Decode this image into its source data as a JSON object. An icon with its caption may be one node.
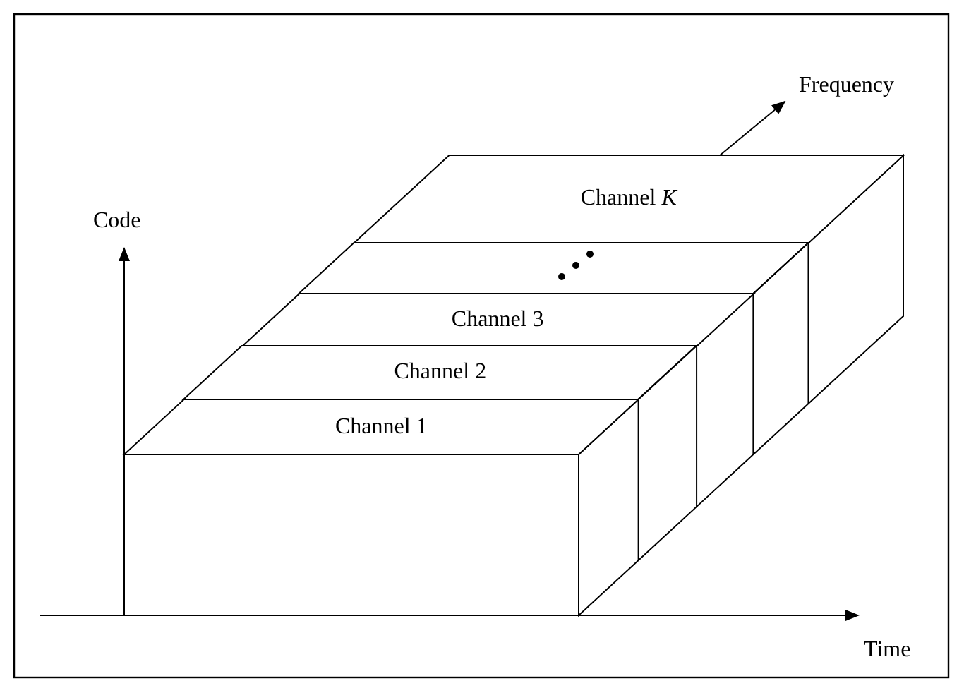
{
  "diagram": {
    "nodes": [
      {
        "text": [
          "Channel 1"
        ]
      },
      {
        "text": [
          "Channel 2"
        ]
      },
      {
        "text": [
          "Channel 3"
        ]
      },
      {
        "text": [
          "Channel *K*"
        ]
      }
    ],
    "labels": [
      "Code",
      "Frequency",
      "Time"
    ]
  }
}
